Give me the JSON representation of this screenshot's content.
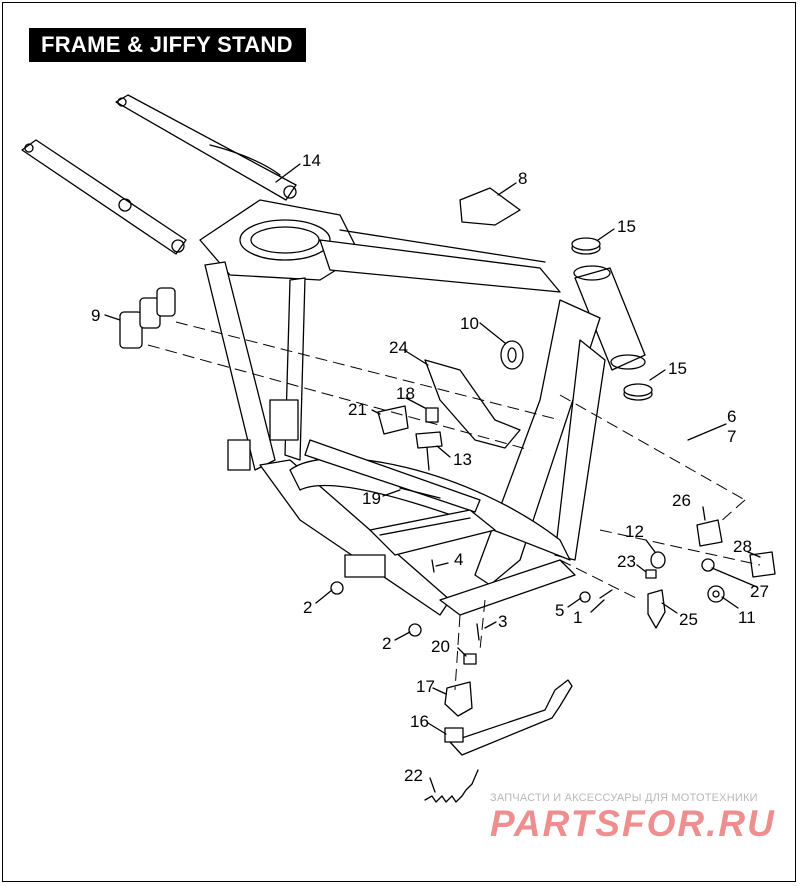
{
  "title": "FRAME & JIFFY STAND",
  "callouts": [
    "14",
    "8",
    "15",
    "9",
    "10",
    "24",
    "15",
    "18",
    "21",
    "13",
    "6",
    "7",
    "19",
    "26",
    "12",
    "28",
    "23",
    "4",
    "27",
    "25",
    "11",
    "2",
    "5",
    "1",
    "3",
    "2",
    "20",
    "17",
    "16",
    "22"
  ],
  "watermark": {
    "text": "ЗАПЧАСТИ И АКСЕССУАРЫ ДЛЯ МОТОТЕХНИКИ",
    "logo": "PARTSFOR.RU"
  }
}
